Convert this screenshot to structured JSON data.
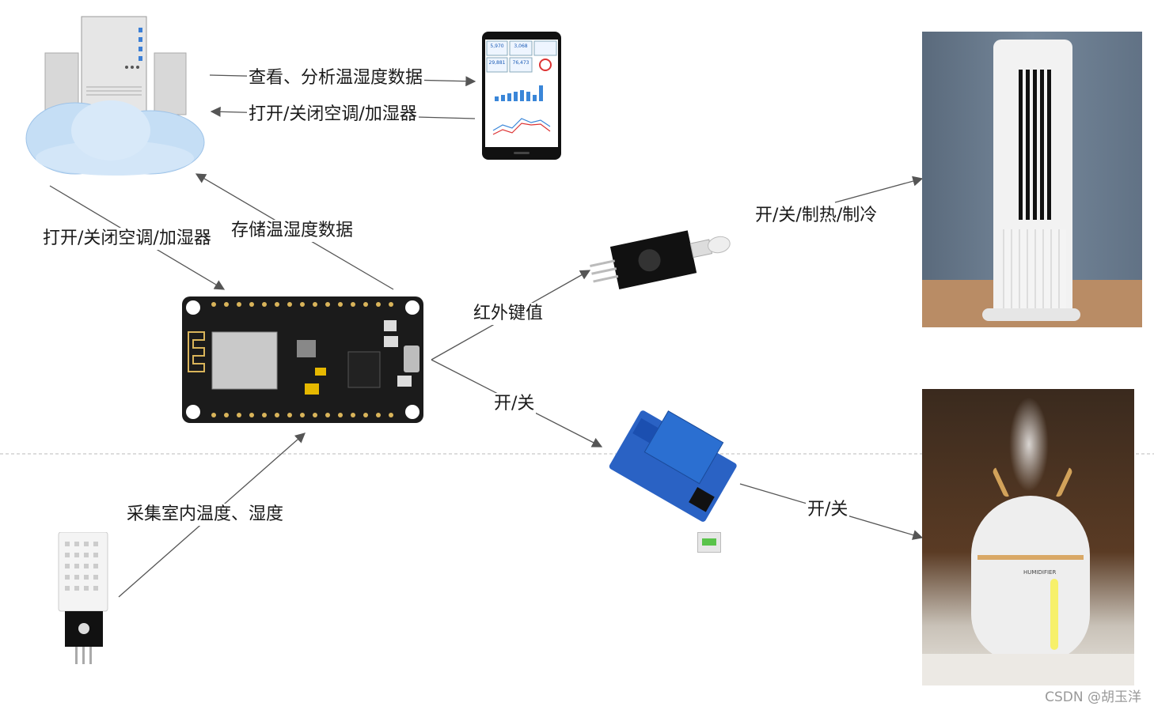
{
  "labels": {
    "view_data": "查看、分析温湿度数据",
    "toggle_from_phone": "打开/关闭空调/加湿器",
    "toggle_from_cloud": "打开/关闭空调/加湿器",
    "store_data": "存储温湿度数据",
    "ir_code": "红外键值",
    "relay_switch": "开/关",
    "fan_mode": "开/关/制热/制冷",
    "humidifier_switch": "开/关",
    "collect_data": "采集室内温度、湿度"
  },
  "phone_screen": {
    "stat1": "5,970",
    "stat2": "3,068",
    "stat3": "29,881",
    "stat4": "76,473"
  },
  "humidifier_text": "HUMIDIFIER",
  "watermark": "CSDN @胡玉洋",
  "colors": {
    "arrow": "#555555",
    "board": "#1b1b1b",
    "relay": "#2b6fd1",
    "cloud": "#bcd8f2"
  }
}
